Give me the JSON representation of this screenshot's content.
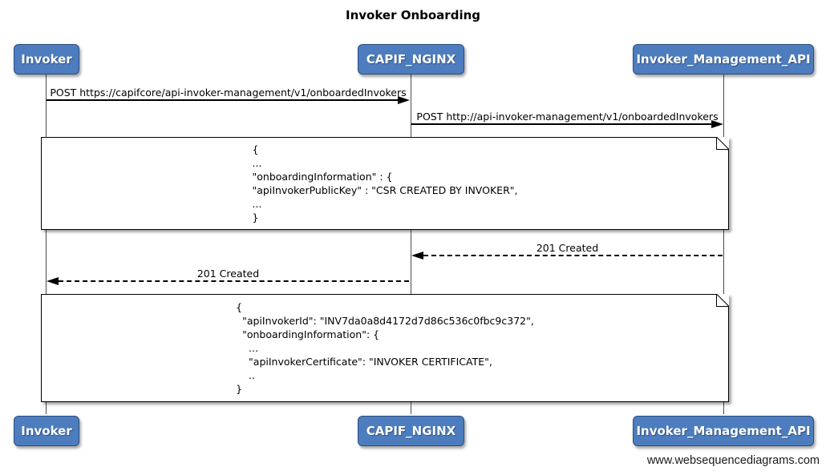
{
  "diagram": {
    "title": "Invoker Onboarding",
    "footer": "www.websequencediagrams.com",
    "style": {
      "actor_fill": "#4d7dbe",
      "actor_border": "#2a4d7e",
      "actor_text": "#ffffff",
      "line_color": "#000000",
      "note_fill": "#ffffff"
    },
    "actors": {
      "invoker": {
        "label": "Invoker"
      },
      "capif_nginx": {
        "label": "CAPIF_NGINX"
      },
      "invoker_management_api": {
        "label": "Invoker_Management_API"
      }
    },
    "messages": {
      "m1": {
        "from": "Invoker",
        "to": "CAPIF_NGINX",
        "kind": "solid",
        "label": "POST https://capifcore/api-invoker-management/v1/onboardedInvokers"
      },
      "m2": {
        "from": "CAPIF_NGINX",
        "to": "Invoker_Management_API",
        "kind": "solid",
        "label": "POST http://api-invoker-management/v1/onboardedInvokers"
      },
      "m3": {
        "from": "Invoker_Management_API",
        "to": "CAPIF_NGINX",
        "kind": "dashed",
        "label": "201 Created"
      },
      "m4": {
        "from": "CAPIF_NGINX",
        "to": "Invoker",
        "kind": "dashed",
        "label": "201 Created"
      }
    },
    "notes": {
      "request_body": {
        "text": "{\n...\n\"onboardingInformation\" : {\n\"apiInvokerPublicKey\" : \"CSR CREATED BY INVOKER\",\n...\n}"
      },
      "response_body": {
        "text": "{\n  \"apiInvokerId\": \"INV7da0a8d4172d7d86c536c0fbc9c372\",\n  \"onboardingInformation\": {\n    ...\n    \"apiInvokerCertificate\": \"INVOKER CERTIFICATE\",\n    ..\n}"
      }
    }
  }
}
